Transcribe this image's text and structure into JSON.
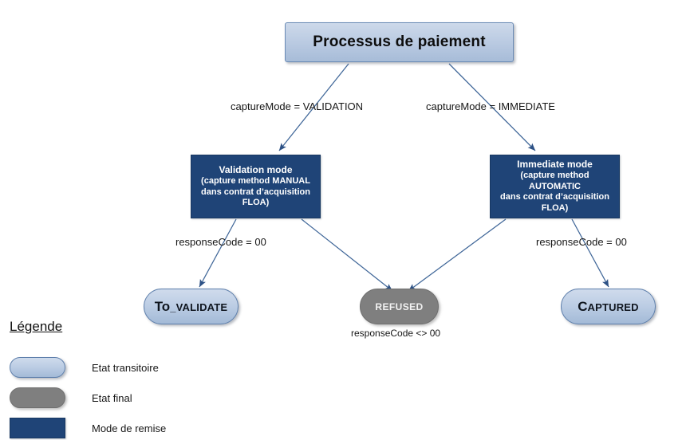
{
  "diagram": {
    "title": "Processus de paiement",
    "nodes": {
      "process": {
        "label": "Processus de paiement"
      },
      "validation_mode": {
        "title": "Validation mode",
        "line2": "(capture method MANUAL",
        "line3": "dans contrat d’acquisition",
        "line4": "FLOA)"
      },
      "immediate_mode": {
        "title": "Immediate mode",
        "line2": "(capture method AUTOMATIC",
        "line3": "dans contrat d’acquisition",
        "line4": "FLOA)"
      },
      "to_validate": {
        "head": "To",
        "tail": "_VALIDATE"
      },
      "refused": {
        "label": "REFUSED",
        "caption": "responseCode <> 00"
      },
      "captured": {
        "head": "C",
        "tail": "APTURED"
      }
    },
    "edge_labels": {
      "capture_validation": "captureMode = VALIDATION",
      "capture_immediate": "captureMode = IMMEDIATE",
      "response_ok_left": "responseCode = 00",
      "response_ok_right": "responseCode = 00"
    }
  },
  "legend": {
    "title": "Légende",
    "items": [
      {
        "label": "Etat transitoire",
        "shape": "rounded-pill",
        "color": "#bccde4"
      },
      {
        "label": "Etat final",
        "shape": "rounded-pill",
        "color": "#7f7f7f"
      },
      {
        "label": "Mode de remise",
        "shape": "rectangle",
        "color": "#1f4477"
      }
    ]
  },
  "colors": {
    "process_fill": "#bccde4",
    "process_border": "#6a8bb5",
    "mode_fill": "#1f4477",
    "final_fill": "#7f7f7f",
    "edge_stroke": "#3f6698",
    "text": "#161616"
  }
}
